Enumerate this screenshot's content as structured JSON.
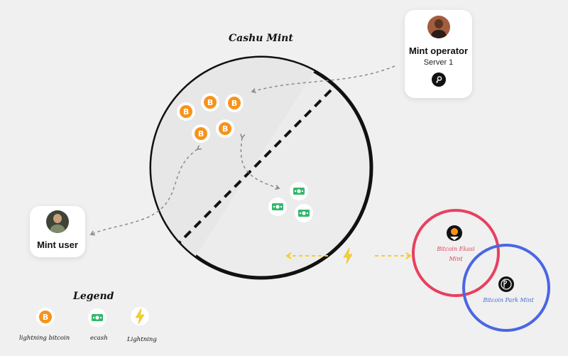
{
  "diagram": {
    "title": "Cashu Mint",
    "mint_operator": {
      "title": "Mint operator",
      "subtitle": "Server 1",
      "badge_icon": "key-icon"
    },
    "mint_user": {
      "title": "Mint user"
    },
    "legend": {
      "title": "Legend",
      "items": [
        {
          "label": "lightning bitcoin",
          "icon": "bitcoin-icon"
        },
        {
          "label": "ecash",
          "icon": "ecash-icon"
        },
        {
          "label": "Lightning",
          "icon": "lightning-icon"
        }
      ]
    },
    "external_mints": [
      {
        "name": "Bitcoin Ekasi Mint",
        "color": "#e8405f"
      },
      {
        "name": "Bitcoin Park Mint",
        "color": "#4a66e6"
      }
    ],
    "colors": {
      "background": "#f0f0f0",
      "bitcoin": "#f7931a",
      "ecash": "#35b86b",
      "lightning": "#f5cf2b",
      "arrow": "#8a8a8a"
    }
  }
}
